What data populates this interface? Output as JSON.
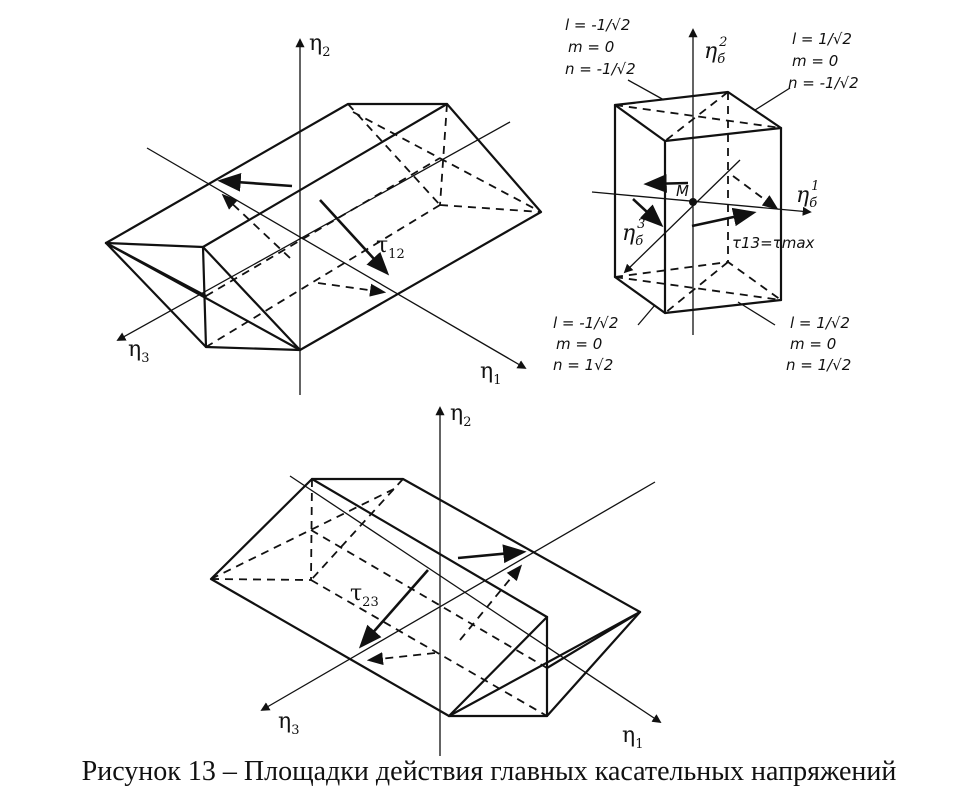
{
  "caption": "Рисунок 13 – Площадки действия главных касательных напряжений",
  "fig1": {
    "axis_eta2": "η",
    "axis_eta2_sub": "2",
    "axis_eta1": "η",
    "axis_eta1_sub": "1",
    "axis_eta3": "η",
    "axis_eta3_sub": "3",
    "tau": "τ",
    "tau_sub": "12"
  },
  "fig2": {
    "tl1": "l = -1/√2",
    "tl2": "m = 0",
    "tl3": "n = -1/√2",
    "tr1": "l = 1/√2",
    "tr2": "m = 0",
    "tr3": "n = -1/√2",
    "bl1": "l = -1/√2",
    "bl2": "m = 0",
    "bl3": "n = 1√2",
    "br1": "l = 1/√2",
    "br2": "m = 0",
    "br3": "n = 1/√2",
    "axis_top": "η",
    "axis_top_sub": "б",
    "axis_top_sup": "2",
    "axis_right": "η",
    "axis_right_sub": "б",
    "axis_right_sup": "1",
    "axis_left": "η",
    "axis_left_sub": "б",
    "axis_left_sup": "3",
    "point": "M",
    "tau_label": "τ13=τmax"
  },
  "fig3": {
    "axis_eta2": "η",
    "axis_eta2_sub": "2",
    "axis_eta1": "η",
    "axis_eta1_sub": "1",
    "axis_eta3": "η",
    "axis_eta3_sub": "3",
    "tau": "τ",
    "tau_sub": "23"
  }
}
